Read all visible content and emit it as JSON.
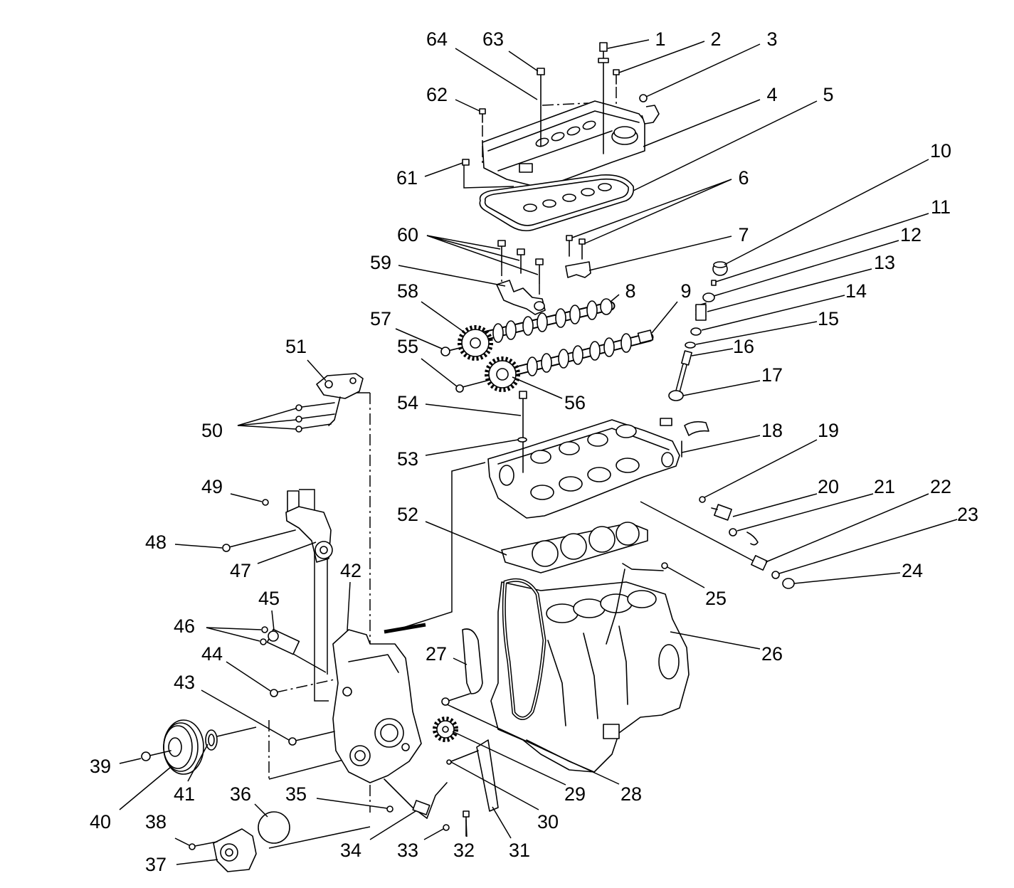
{
  "colors": {
    "background": "#ffffff",
    "line": "#000000"
  },
  "callouts": {
    "1": "1",
    "2": "2",
    "3": "3",
    "4": "4",
    "5": "5",
    "6": "6",
    "7": "7",
    "8": "8",
    "9": "9",
    "10": "10",
    "11": "11",
    "12": "12",
    "13": "13",
    "14": "14",
    "15": "15",
    "16": "16",
    "17": "17",
    "18": "18",
    "19": "19",
    "20": "20",
    "21": "21",
    "22": "22",
    "23": "23",
    "24": "24",
    "25": "25",
    "26": "26",
    "27": "27",
    "28": "28",
    "29": "29",
    "30": "30",
    "31": "31",
    "32": "32",
    "33": "33",
    "34": "34",
    "35": "35",
    "36": "36",
    "37": "37",
    "38": "38",
    "39": "39",
    "40": "40",
    "41": "41",
    "42": "42",
    "43": "43",
    "44": "44",
    "45": "45",
    "46": "46",
    "47": "47",
    "48": "48",
    "49": "49",
    "50": "50",
    "51": "51",
    "52": "52",
    "53": "53",
    "54": "54",
    "55": "55",
    "56": "56",
    "57": "57",
    "58": "58",
    "59": "59",
    "60": "60",
    "61": "61",
    "62": "62",
    "63": "63",
    "64": "64"
  }
}
